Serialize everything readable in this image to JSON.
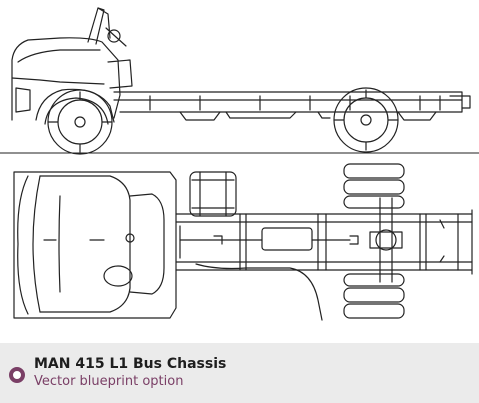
{
  "option": {
    "title": "MAN 415 L1 Bus Chassis",
    "subtitle": "Vector blueprint option",
    "accent_color": "#7a3f66"
  },
  "blueprint": {
    "views": [
      "side-view",
      "top-view"
    ]
  }
}
